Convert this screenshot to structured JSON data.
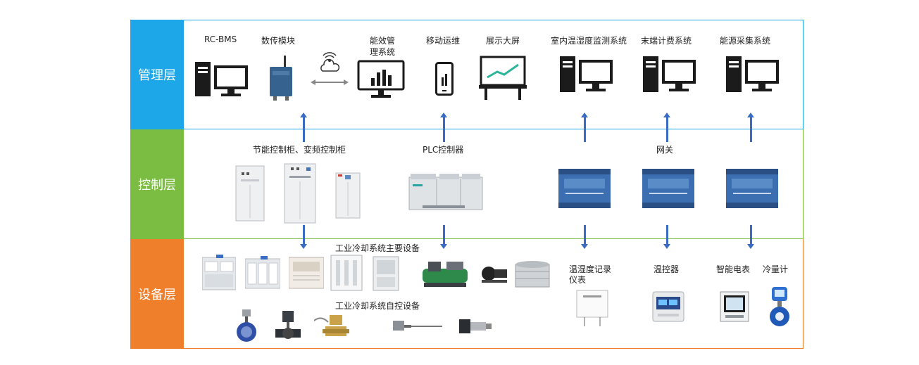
{
  "tiers": {
    "management": {
      "label": "管理层",
      "color": "#1ea7e8"
    },
    "control": {
      "label": "控制层",
      "color": "#7bbd42"
    },
    "equipment": {
      "label": "设备层",
      "color": "#f07f2c"
    }
  },
  "management_items": {
    "rcbms": "RC-BMS",
    "gateway_module": "数传模块",
    "efficiency_mgmt_line1": "能效管",
    "efficiency_mgmt_line2": "理系统",
    "mobile_ops": "移动运维",
    "display_screen": "展示大屏",
    "indoor_temp_humidity": "室内温湿度监测系统",
    "terminal_billing": "末端计费系统",
    "energy_collection": "能源采集系统"
  },
  "control_items": {
    "cabinets": "节能控制柜、变频控制柜",
    "plc": "PLC控制器",
    "gateway": "网关"
  },
  "equipment_items": {
    "cooling_main": "工业冷却系统主要设备",
    "cooling_auto": "工业冷却系统自控设备",
    "th_recorder_line1": "温湿度记录",
    "th_recorder_line2": "仪表",
    "thermostat": "温控器",
    "smart_meter": "智能电表",
    "cold_meter": "冷量计"
  },
  "colors": {
    "arrow": "#3a6cc4",
    "monitor": "#1b1b1b",
    "panel_blue": "#2f5a96",
    "cabinet": "#eef0f2"
  }
}
